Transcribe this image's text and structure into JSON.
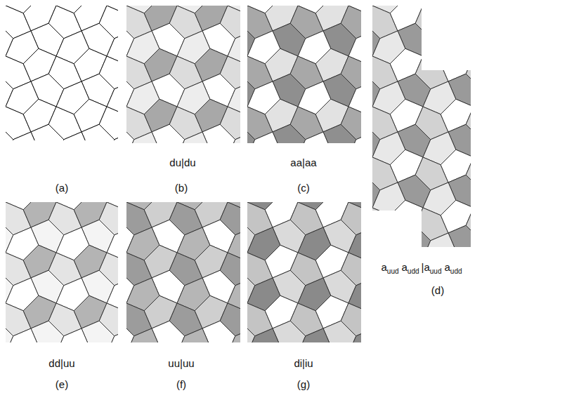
{
  "diagram": {
    "labels": [
      "(a)",
      "du|du",
      "(b)",
      "aa|aa",
      "(c)",
      "a",
      "uud",
      "a",
      "udd",
      "|",
      "a",
      "uud",
      "a",
      "udd",
      "(d)",
      "dd|uu",
      "(e)",
      "uu|uu",
      "(f)",
      "di|iu",
      "(g)"
    ]
  }
}
